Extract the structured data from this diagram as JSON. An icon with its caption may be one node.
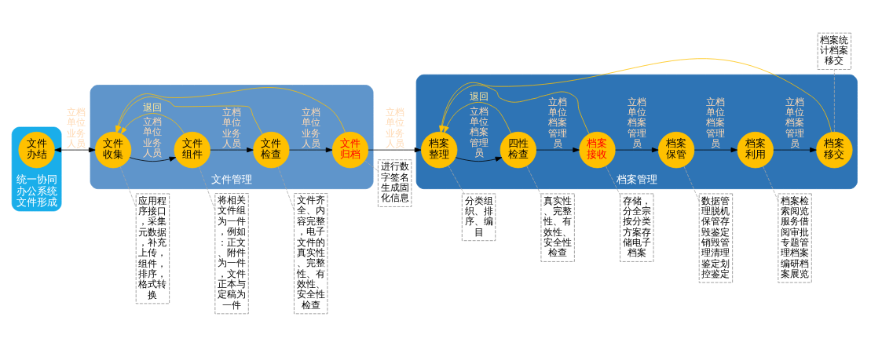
{
  "diagram": {
    "nodes": [
      {
        "text": [
          "统一协同办公系统",
          "文件形成"
        ]
      },
      {
        "text": [
          "文件办结"
        ],
        "in": 0
      },
      {
        "text": [
          "文件管理"
        ]
      },
      {
        "text": [
          "文件收集"
        ],
        "in": 2
      },
      {
        "text": [
          "文件组件"
        ],
        "in": 2
      },
      {
        "text": [
          "文件检查"
        ],
        "in": 2
      },
      {
        "text": [
          "文件归档"
        ],
        "in": 2
      },
      {
        "text": [
          "档案管理"
        ]
      },
      {
        "text": [
          "档案整理"
        ],
        "in": 7
      },
      {
        "text": [
          "四性检查"
        ],
        "in": 7
      },
      {
        "text": [
          "档案接收"
        ],
        "in": 7
      },
      {
        "text": [
          "档案保管"
        ],
        "in": 7
      },
      {
        "text": [
          "档案利用"
        ],
        "in": 7
      },
      {
        "text": [
          "档案移交"
        ],
        "in": 7
      },
      {
        "text": [
          "应用程序接口，采集元数据，补充上传，组件，排序，格式转换"
        ]
      },
      {
        "text": [
          "将相关文件组为一件，例如：正文、附件为一件，文件正本与定稿为一件"
        ]
      },
      {
        "text": [
          "文件齐全、内容完整，电子文件的真实性、完整性、有效性、安全性检查"
        ]
      },
      {
        "text": [
          "进行数字签名生成固化信息"
        ]
      },
      {
        "text": [
          "分类组织、排序、编目"
        ]
      },
      {
        "text": [
          "真实性、完整性、有效性、安全性检查"
        ]
      },
      {
        "text": [
          "存储，分全宗按分类方案存储电子档案"
        ]
      },
      {
        "text": [
          "数据管理脱机保管存毁鉴定销毁管理清理鉴定划控鉴定"
        ]
      },
      {
        "text": [
          "档案检索阅览服务借阅审批专题管理档案编研档案展览"
        ]
      },
      {
        "text": [
          "档案统计档案移交"
        ]
      }
    ],
    "edges": [
      {
        "from": 1,
        "to": 3,
        "arrow": "both",
        "label": "立档单位业务人员"
      },
      {
        "from": 3,
        "to": 4,
        "arrow": "to",
        "label": "立档单位业务人员"
      },
      {
        "from": 4,
        "to": 5,
        "arrow": "to",
        "label": "立档单位业务人员"
      },
      {
        "from": 5,
        "to": 6,
        "arrow": "to",
        "label": "立档单位业务人员"
      },
      {
        "from": 6,
        "to": 8,
        "arrow": "to",
        "label": "立档单位业务人员"
      },
      {
        "from": 8,
        "to": 9,
        "arrow": "to",
        "label": "立档单位档案管理员"
      },
      {
        "from": 9,
        "to": 10,
        "arrow": "to",
        "label": "立档单位档案管理员"
      },
      {
        "from": 10,
        "to": 11,
        "arrow": "to",
        "label": "立档单位档案管理员"
      },
      {
        "from": 11,
        "to": 12,
        "arrow": "to",
        "label": "立档单位档案管理员"
      },
      {
        "from": 12,
        "to": 13,
        "arrow": "to",
        "label": "立档单位档案管理员"
      },
      {
        "from": 4,
        "to": 3,
        "arrow": "to",
        "label": "退回",
        "color": "#ffc000"
      },
      {
        "from": 5,
        "to": 3,
        "arrow": "to",
        "color": "#ffc000"
      },
      {
        "from": 6,
        "to": 3,
        "arrow": "to",
        "color": "#ffc000"
      },
      {
        "from": 9,
        "to": 8,
        "arrow": "to",
        "label": "退回",
        "color": "#ffc000"
      },
      {
        "from": 10,
        "to": 8,
        "arrow": "to",
        "color": "#ffc000"
      },
      {
        "from": 13,
        "to": 8,
        "arrow": "to",
        "color": "#ffc000"
      },
      {
        "from": 3,
        "to": 14,
        "arrow": "none",
        "style": "dashed",
        "color": "#a6a6a6"
      },
      {
        "from": 4,
        "to": 15,
        "arrow": "none",
        "style": "dashed",
        "color": "#a6a6a6"
      },
      {
        "from": 5,
        "to": 16,
        "arrow": "none",
        "style": "dashed",
        "color": "#a6a6a6"
      },
      {
        "from": 6,
        "to": 17,
        "arrow": "none",
        "style": "dashed",
        "color": "#a6a6a6"
      },
      {
        "from": 8,
        "to": 18,
        "arrow": "none",
        "style": "dashed",
        "color": "#a6a6a6"
      },
      {
        "from": 9,
        "to": 19,
        "arrow": "none",
        "style": "dashed",
        "color": "#a6a6a6"
      },
      {
        "from": 10,
        "to": 20,
        "arrow": "none",
        "style": "dashed",
        "color": "#a6a6a6"
      },
      {
        "from": 11,
        "to": 21,
        "arrow": "none",
        "style": "dashed",
        "color": "#a6a6a6"
      },
      {
        "from": 12,
        "to": 22,
        "arrow": "none",
        "style": "dashed",
        "color": "#a6a6a6"
      },
      {
        "from": 13,
        "to": 23,
        "arrow": "none",
        "style": "dashed",
        "color": "#a6a6a6"
      }
    ]
  }
}
